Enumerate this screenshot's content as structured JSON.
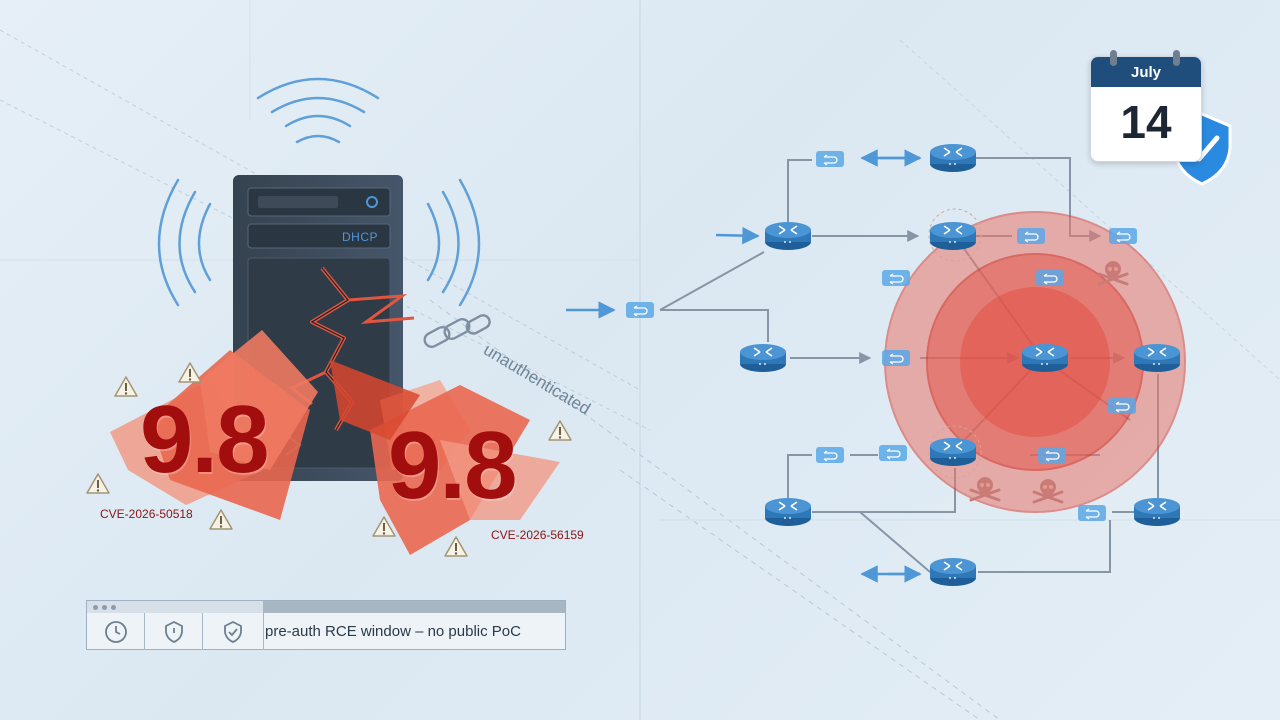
{
  "server": {
    "label": "DHCP"
  },
  "scores": [
    {
      "value": "9.8",
      "cve": "CVE-2026-50518"
    },
    {
      "value": "9.8",
      "cve": "CVE-2026-56159"
    }
  ],
  "chain_label": "unauthenticated",
  "status_bar": {
    "icons": [
      "clock-icon",
      "shield-icon",
      "shield-check-icon"
    ],
    "text": "pre-auth RCE window – no public PoC"
  },
  "calendar": {
    "month": "July",
    "day": "14"
  },
  "colors": {
    "server": "#3a4856",
    "router": "#2f78b8",
    "danger": "#e0453a",
    "score": "#a20d0d",
    "calendar_header": "#1f4d7c",
    "shield": "#2a8ae0"
  }
}
